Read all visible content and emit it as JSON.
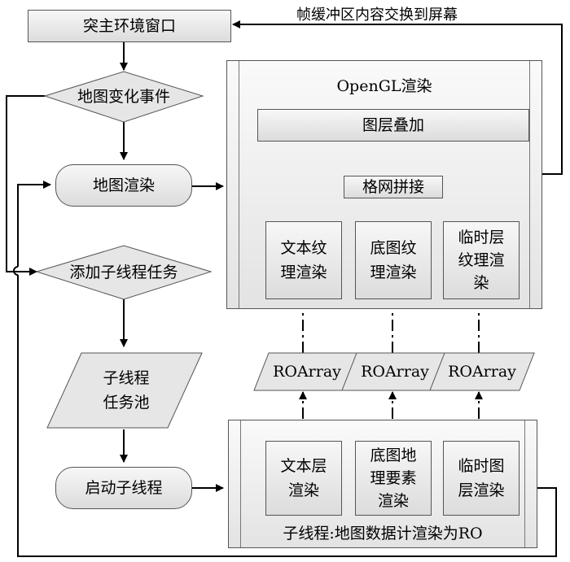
{
  "nodes": {
    "env_window": "突主环境窗口",
    "map_change": "地图变化事件",
    "map_render": "地图渲染",
    "add_thread_task": "添加子线程任务",
    "task_pool": "子线程\n任务池",
    "start_thread": "启动子线程"
  },
  "opengl_panel": {
    "title": "OpenGL渲染",
    "layer_overlay": "图层叠加",
    "grid_stitch": "格网拼接",
    "text_texture": "文本纹\n理渲染",
    "base_texture": "底图纹\n理渲染",
    "temp_texture": "临时层\n纹理渲\n染"
  },
  "roarrays": [
    "ROArray",
    "ROArray",
    "ROArray"
  ],
  "thread_panel": {
    "title": "子线程:地图数据计渲染为RO",
    "text_layer": "文本层\n渲染",
    "base_geo": "底图地\n理要素\n渲染",
    "temp_layer": "临时图\n层渲染"
  },
  "edge_labels": {
    "swap": "帧缓冲区内容交换到屏幕"
  }
}
